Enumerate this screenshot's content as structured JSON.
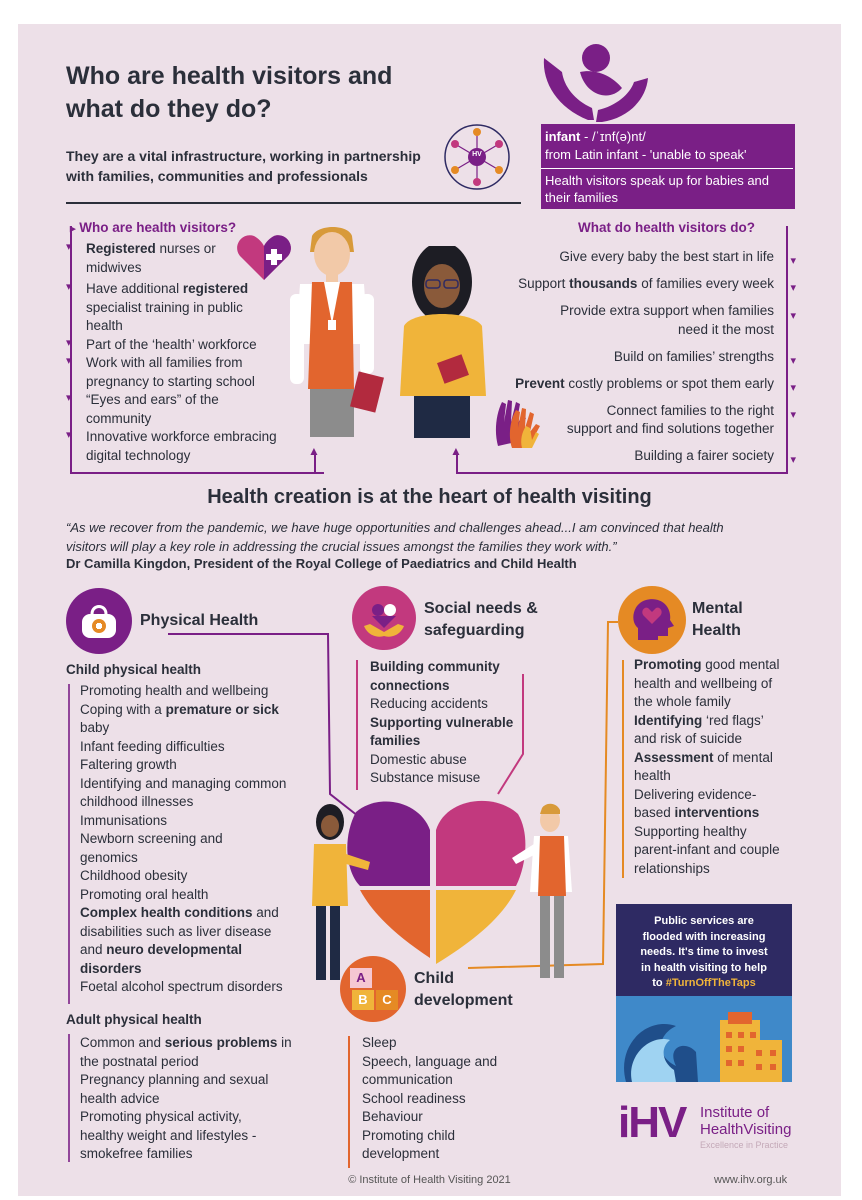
{
  "header": {
    "title_line1": "Who are health visitors and",
    "title_line2": "what do they do?",
    "subtitle_line1": "They are a vital infrastructure, working in partnership",
    "subtitle_line2": "with families, communities and professionals",
    "hv_badge": "HV"
  },
  "infant_box": {
    "word": "infant",
    "pronunciation": " - /ˈɪnf(ə)nt/",
    "origin": "from Latin infant - 'unable to speak'",
    "note_line1": "Health visitors speak up for babies and",
    "note_line2": "their families"
  },
  "who": {
    "heading": "Who are health visitors?",
    "items": [
      {
        "b1": "Registered",
        "t1": " nurses or",
        "t2": "midwives"
      },
      {
        "t1": "Have additional ",
        "b1": "registered",
        "t2": "specialist training in public",
        "t3": "health"
      },
      {
        "t1": "Part of the ‘health’ workforce"
      },
      {
        "t1": "Work with all families from",
        "t2": "pregnancy to starting school"
      },
      {
        "t1": "“Eyes and ears” of the",
        "t2": "community"
      },
      {
        "t1": "Innovative workforce embracing",
        "t2": "digital technology"
      }
    ]
  },
  "what": {
    "heading": "What do health visitors do?",
    "items": [
      "Give every baby the best start in life",
      "Support |thousands| of families every week",
      "Provide extra support when families",
      "need it the most",
      "Build on families’ strengths",
      "|Prevent| costly problems or spot them early",
      "Connect families to the right",
      "support and find solutions together",
      "Building a fairer society"
    ]
  },
  "quote": {
    "heading": "Health creation is at the heart of health visiting",
    "line1": "“As we recover from the pandemic, we have huge opportunities and challenges ahead...I am convinced that health",
    "line2": "visitors will play a key role in addressing the crucial issues amongst the families they work with.”",
    "author": "Dr Camilla Kingdon, President of the Royal College of Paediatrics and Child Health"
  },
  "physical": {
    "title": "Physical Health",
    "child_heading": "Child physical health",
    "child_items": [
      "Promoting health and wellbeing",
      "Coping with a |premature or sick|",
      "baby",
      "Infant feeding difficulties",
      "Faltering growth",
      "Identifying and managing common",
      "childhood illnesses",
      "Immunisations",
      "Newborn screening and",
      "genomics",
      "Childhood obesity",
      "Promoting oral health",
      "|Complex  health conditions| and",
      "disabilities such as liver disease",
      "and |neuro developmental|",
      "|disorders|",
      "Foetal alcohol spectrum disorders"
    ],
    "adult_heading": "Adult physical health",
    "adult_items": [
      "Common and |serious problems| in",
      "the postnatal period",
      "Pregnancy planning and sexual",
      "health advice",
      "Promoting physical activity,",
      "healthy weight and lifestyles -",
      "smokefree families"
    ]
  },
  "social": {
    "title_line1": "Social needs &",
    "title_line2": "safeguarding",
    "items": [
      "|Building community|",
      "|connections|",
      "Reducing accidents",
      "|Supporting vulnerable|",
      "|families|",
      "Domestic abuse",
      "Substance misuse"
    ]
  },
  "mental": {
    "title_line1": "Mental",
    "title_line2": "Health",
    "items": [
      "|Promoting| good mental",
      "health and wellbeing of",
      "the whole family",
      "|Identifying| ‘red flags’",
      "and risk of suicide",
      "|Assessment| of mental",
      "health",
      "Delivering evidence-",
      "based |interventions|",
      "Supporting healthy",
      "parent-infant and couple",
      "relationships"
    ]
  },
  "child_dev": {
    "title_line1": "Child",
    "title_line2": "development",
    "block_a": "A",
    "block_b": "B",
    "block_c": "C",
    "items": [
      "Sleep",
      "Speech, language and",
      "communication",
      "School readiness",
      "Behaviour",
      "Promoting child",
      "development"
    ]
  },
  "taps": {
    "line1": "Public services are",
    "line2": "flooded with increasing",
    "line3": "needs. It's time to invest",
    "line4": "in health visiting to help",
    "line5_prefix": "to ",
    "hashtag": "#TurnOffTheTaps"
  },
  "logo": {
    "mark": "iHV",
    "line1": "Institute of",
    "line2": "HealthVisiting",
    "tagline": "Excellence in Practice"
  },
  "footer": {
    "copyright": "© Institute of Health Visiting 2021",
    "url": "www.ihv.org.uk"
  },
  "colors": {
    "purple": "#7a1f86",
    "orange": "#e58a24",
    "pink": "#c2397e",
    "navy": "#2e2a63",
    "bg": "#ede0e8"
  }
}
